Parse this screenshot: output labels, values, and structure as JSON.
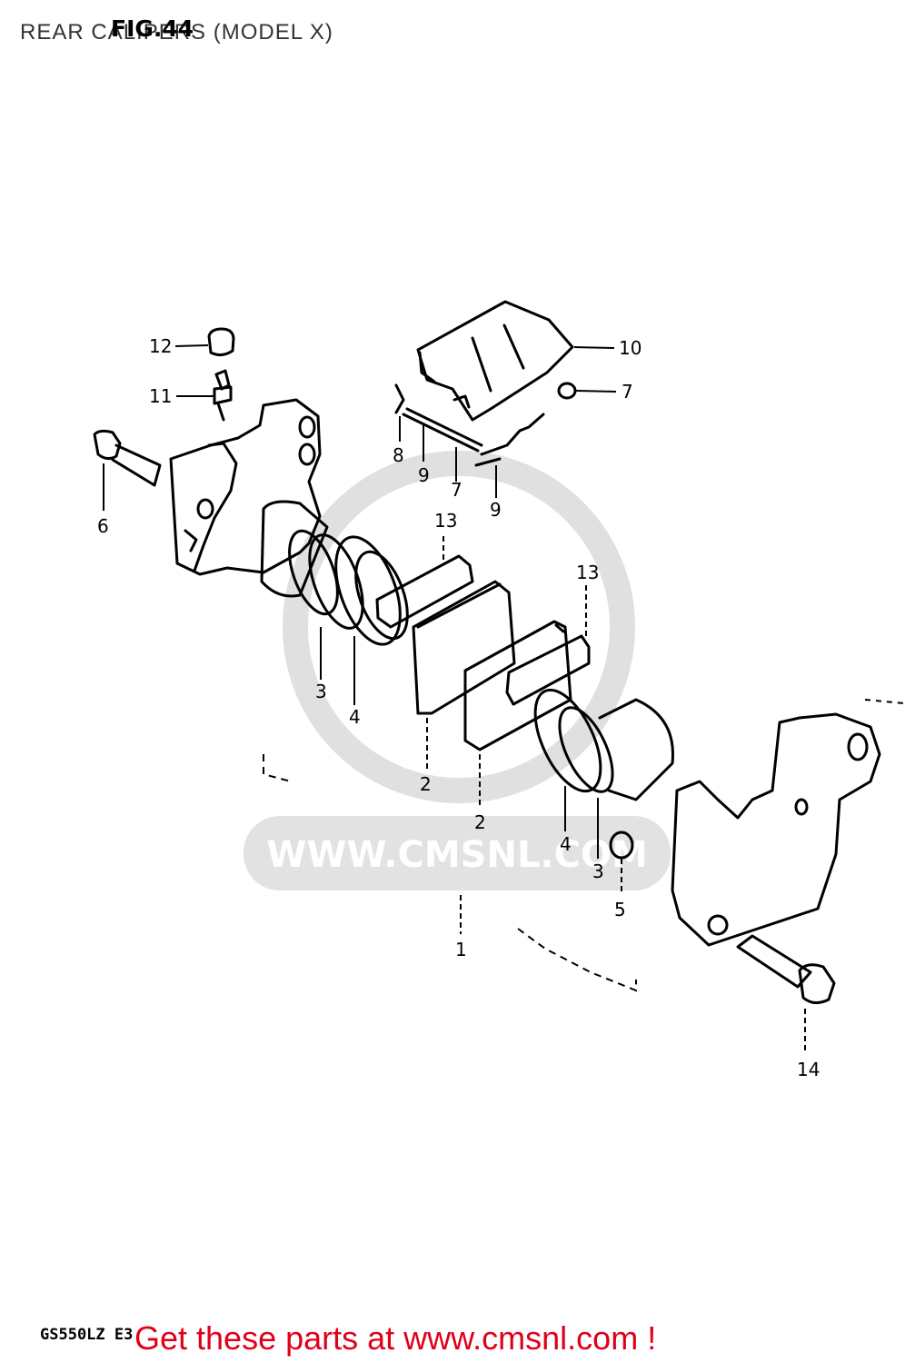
{
  "header": {
    "title": "REAR CALIPERS (MODEL X)",
    "figure": "FIG.44"
  },
  "watermark": {
    "url": "WWW.CMSNL.COM"
  },
  "callouts": [
    {
      "id": "c12",
      "label": "12"
    },
    {
      "id": "c11",
      "label": "11"
    },
    {
      "id": "c6",
      "label": "6"
    },
    {
      "id": "c10",
      "label": "10"
    },
    {
      "id": "c7a",
      "label": "7"
    },
    {
      "id": "c8",
      "label": "8"
    },
    {
      "id": "c9a",
      "label": "9"
    },
    {
      "id": "c7b",
      "label": "7"
    },
    {
      "id": "c9b",
      "label": "9"
    },
    {
      "id": "c13a",
      "label": "13"
    },
    {
      "id": "c13b",
      "label": "13"
    },
    {
      "id": "c3a",
      "label": "3"
    },
    {
      "id": "c4a",
      "label": "4"
    },
    {
      "id": "c2a",
      "label": "2"
    },
    {
      "id": "c2b",
      "label": "2"
    },
    {
      "id": "c4b",
      "label": "4"
    },
    {
      "id": "c3b",
      "label": "3"
    },
    {
      "id": "c5",
      "label": "5"
    },
    {
      "id": "c1",
      "label": "1"
    },
    {
      "id": "c14",
      "label": "14"
    }
  ],
  "footer": {
    "model_code": "GS550LZ E3",
    "promo": "Get these parts at www.cmsnl.com !"
  }
}
